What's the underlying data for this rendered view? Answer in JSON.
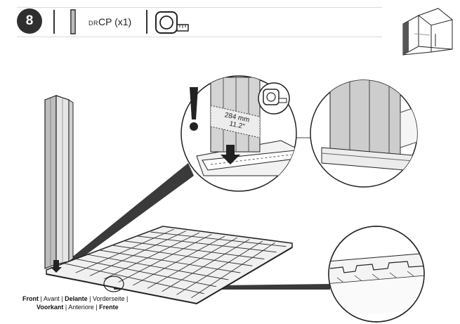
{
  "header": {
    "step_number": "8",
    "part_prefix": "DR",
    "part_name": "CP",
    "quantity": "(x1)"
  },
  "measurement": {
    "mm": "284 mm",
    "inches": "11.2\""
  },
  "caption": {
    "front": "Front",
    "avant": "Avant",
    "delante": "Delante",
    "vorderseite": "Vorderseite",
    "voorkant": "Voorkant",
    "anteriore": "Anteriore",
    "frente": "Frente",
    "separator": "|"
  },
  "icons": [
    "step-badge",
    "panel-part-icon",
    "tape-measure-icon",
    "shed-thumbnail-icon",
    "warning-icon",
    "arrow-down-icon"
  ]
}
